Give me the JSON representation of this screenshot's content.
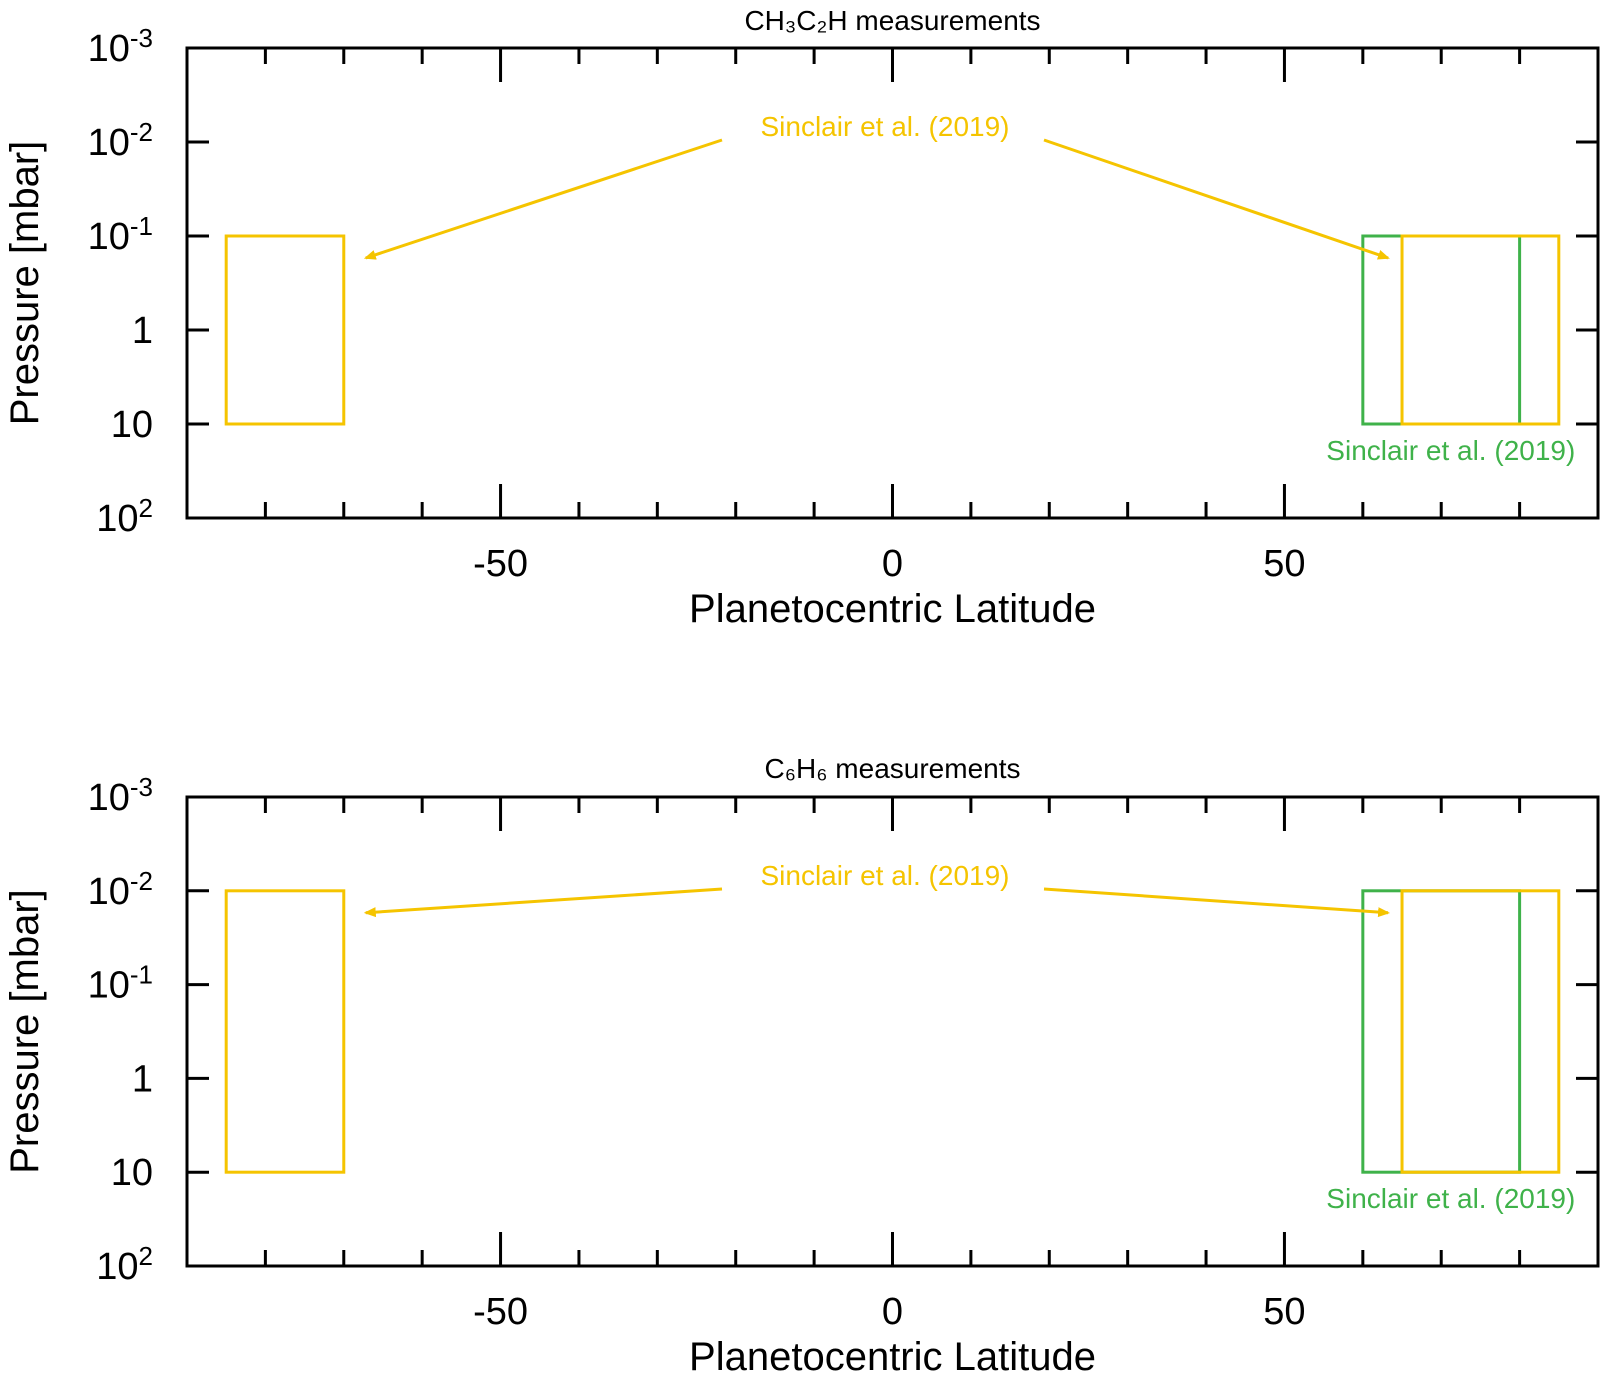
{
  "colors": {
    "yellow": "#f5c400",
    "green": "#3fb24a",
    "axis": "#000000"
  },
  "chart_data": [
    {
      "type": "box-regions",
      "title": "CH₃C₂H measurements",
      "xlabel": "Planetocentric Latitude",
      "ylabel": "Pressure [mbar]",
      "xlim": [
        -90,
        90
      ],
      "ylim_mbar": [
        0.001,
        100
      ],
      "y_scale": "log",
      "y_inverted": true,
      "xticks": [
        -50,
        0,
        50
      ],
      "xtick_labels": [
        "-50",
        "0",
        "50"
      ],
      "yticks": [
        0.001,
        0.01,
        0.1,
        1,
        10,
        100
      ],
      "ytick_labels": [
        {
          "base": "10",
          "exp": "-3"
        },
        {
          "base": "10",
          "exp": "-2"
        },
        {
          "base": "10",
          "exp": "-1"
        },
        {
          "base": "1",
          "exp": ""
        },
        {
          "base": "10",
          "exp": ""
        },
        {
          "base": "10",
          "exp": "2"
        }
      ],
      "regions": [
        {
          "color": "yellow",
          "lat": [
            -85,
            -70
          ],
          "p_mbar": [
            0.1,
            10
          ]
        },
        {
          "color": "green",
          "lat": [
            60,
            80
          ],
          "p_mbar": [
            0.1,
            10
          ]
        },
        {
          "color": "yellow",
          "lat": [
            65,
            85
          ],
          "p_mbar": [
            0.1,
            10
          ]
        }
      ],
      "annotations": {
        "yellow_label": "Sinclair et al. (2019)",
        "green_label": "Sinclair et al. (2019)"
      }
    },
    {
      "type": "box-regions",
      "title": "C₆H₆ measurements",
      "xlabel": "Planetocentric Latitude",
      "ylabel": "Pressure [mbar]",
      "xlim": [
        -90,
        90
      ],
      "ylim_mbar": [
        0.001,
        100
      ],
      "y_scale": "log",
      "y_inverted": true,
      "xticks": [
        -50,
        0,
        50
      ],
      "xtick_labels": [
        "-50",
        "0",
        "50"
      ],
      "yticks": [
        0.001,
        0.01,
        0.1,
        1,
        10,
        100
      ],
      "ytick_labels": [
        {
          "base": "10",
          "exp": "-3"
        },
        {
          "base": "10",
          "exp": "-2"
        },
        {
          "base": "10",
          "exp": "-1"
        },
        {
          "base": "1",
          "exp": ""
        },
        {
          "base": "10",
          "exp": ""
        },
        {
          "base": "10",
          "exp": "2"
        }
      ],
      "regions": [
        {
          "color": "yellow",
          "lat": [
            -85,
            -70
          ],
          "p_mbar": [
            0.01,
            10
          ]
        },
        {
          "color": "green",
          "lat": [
            60,
            80
          ],
          "p_mbar": [
            0.01,
            10
          ]
        },
        {
          "color": "yellow",
          "lat": [
            65,
            85
          ],
          "p_mbar": [
            0.01,
            10
          ]
        }
      ],
      "annotations": {
        "yellow_label": "Sinclair et al. (2019)",
        "green_label": "Sinclair et al. (2019)"
      }
    }
  ]
}
